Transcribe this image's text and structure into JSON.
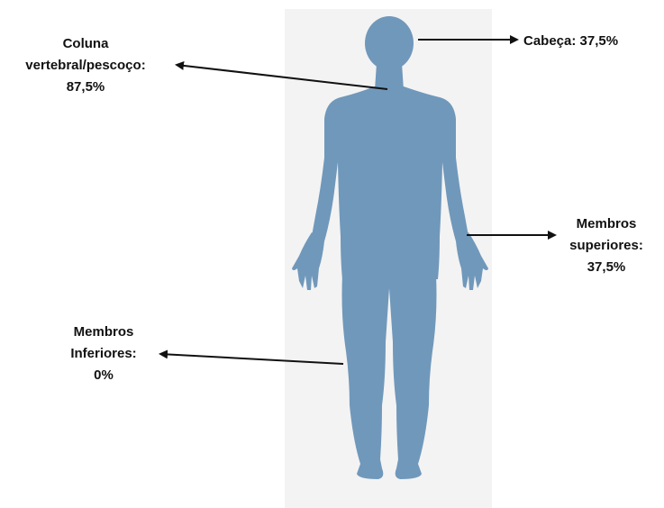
{
  "colors": {
    "body": "#7098BB",
    "panel": "#F3F3F3",
    "arrow": "#111111",
    "text": "#111111"
  },
  "labels": {
    "neck": {
      "line1": "Coluna",
      "line2": "vertebral/pescoço:",
      "line3": "87,5%"
    },
    "head": {
      "text": "Cabeça: 37,5%"
    },
    "upper": {
      "line1": "Membros",
      "line2": "superiores:",
      "line3": "37,5%"
    },
    "lower": {
      "line1": "Membros",
      "line2": "Inferiores:",
      "line3": "0%"
    }
  }
}
